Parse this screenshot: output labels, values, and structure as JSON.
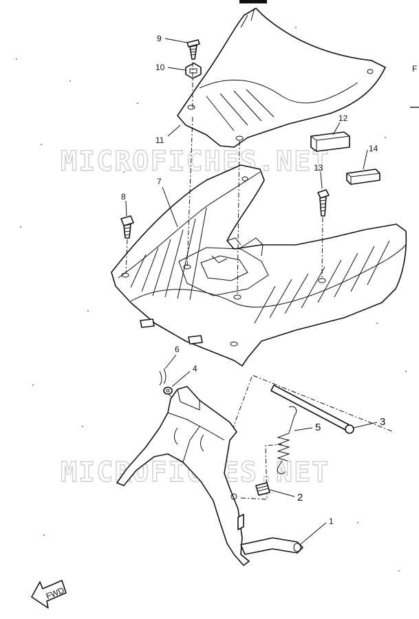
{
  "watermark": "MICROFICHES.NET",
  "edge_label": "F",
  "fwd_label": "FWD",
  "callouts": [
    {
      "id": "1",
      "label": "1"
    },
    {
      "id": "2",
      "label": "2"
    },
    {
      "id": "3",
      "label": "3"
    },
    {
      "id": "4",
      "label": "4"
    },
    {
      "id": "5",
      "label": "5"
    },
    {
      "id": "6",
      "label": "6"
    },
    {
      "id": "7",
      "label": "7"
    },
    {
      "id": "8",
      "label": "8"
    },
    {
      "id": "9",
      "label": "9"
    },
    {
      "id": "10",
      "label": "10"
    },
    {
      "id": "11",
      "label": "11"
    },
    {
      "id": "12",
      "label": "12"
    },
    {
      "id": "13",
      "label": "13"
    },
    {
      "id": "14",
      "label": "14"
    }
  ]
}
